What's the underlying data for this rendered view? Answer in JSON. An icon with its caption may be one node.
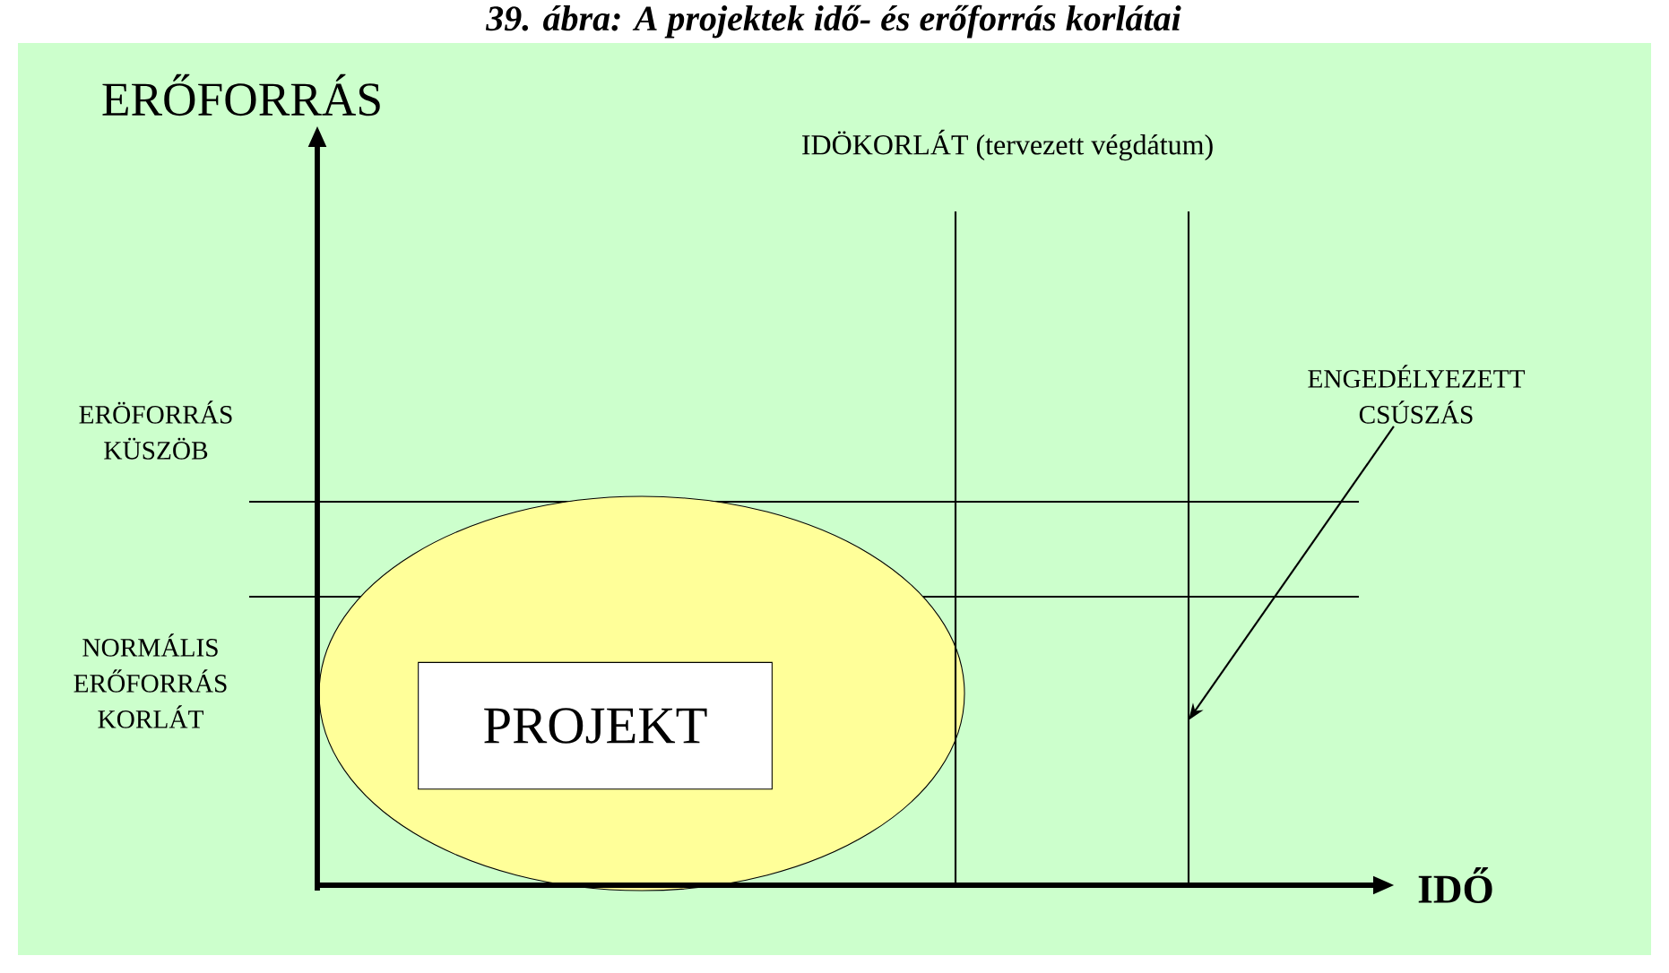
{
  "diagram": {
    "title": "39. ábra: A projektek idő- és erőforrás korlátai",
    "nodes": [
      {
        "text": [],
        "shape": "ellipse"
      },
      {
        "text": [
          "PROJEKT"
        ],
        "in": 0
      },
      {
        "text": [
          "ENGEDÉLYEZETT CSÚSZÁS"
        ]
      },
      {
        "text": [],
        "shape": "line"
      },
      {
        "text": [],
        "shape": "line"
      }
    ],
    "edges": [
      {
        "from": 2,
        "to": 4,
        "arrow": "to"
      }
    ],
    "labels": [
      "ERŐFORRÁS",
      "IDÖKORLÁT (tervezett végdátum)",
      "ERÖFORRÁS KÜSZÖB",
      "NORMÁLIS ERŐFORRÁS KORLÁT",
      "IDŐ"
    ]
  }
}
